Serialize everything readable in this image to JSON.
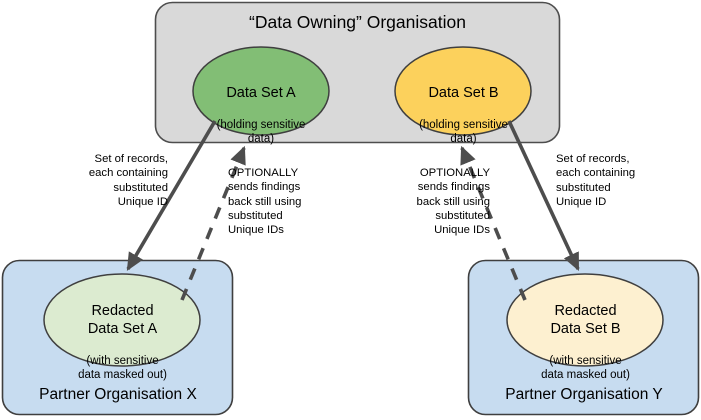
{
  "diagram": {
    "title_visible": false,
    "owner": {
      "title": "“Data Owning” Organisation",
      "fill": "#d9d9d9",
      "stroke": "#4d4d4d",
      "datasets": [
        {
          "name": "Data Set A",
          "detail": "(holding sensitive\ndata)",
          "fill": "#82be75",
          "stroke": "#3f3f3f"
        },
        {
          "name": "Data Set B",
          "detail": "(holding sensitive\ndata)",
          "fill": "#fcd15c",
          "stroke": "#3f3f3f"
        }
      ]
    },
    "partners": [
      {
        "title": "Partner Organisation X",
        "fill": "#c7dcf0",
        "stroke": "#3f3f3f",
        "dataset": {
          "name": "Redacted\nData Set A",
          "detail": "(with sensitive\ndata masked out)",
          "fill": "#dcebd0",
          "stroke": "#3f3f3f"
        }
      },
      {
        "title": "Partner Organisation Y",
        "fill": "#c7dcf0",
        "stroke": "#3f3f3f",
        "dataset": {
          "name": "Redacted\nData Set B",
          "detail": "(with sensitive\ndata masked out)",
          "fill": "#fdf0d0",
          "stroke": "#3f3f3f"
        }
      }
    ],
    "flows": [
      {
        "id": "outbound-left",
        "style": "solid",
        "color": "#4d4d4d",
        "label": "Set of records,\neach containing\nsubstituted\nUnique ID"
      },
      {
        "id": "return-left",
        "style": "dashed",
        "color": "#4d4d4d",
        "label": "OPTIONALLY\nsends findings\nback still using\nsubstituted\nUnique IDs"
      },
      {
        "id": "return-right",
        "style": "dashed",
        "color": "#4d4d4d",
        "label": "OPTIONALLY\nsends findings\nback still using\nsubstituted\nUnique IDs"
      },
      {
        "id": "outbound-right",
        "style": "solid",
        "color": "#4d4d4d",
        "label": "Set of records,\neach containing\nsubstituted\nUnique ID"
      }
    ]
  }
}
